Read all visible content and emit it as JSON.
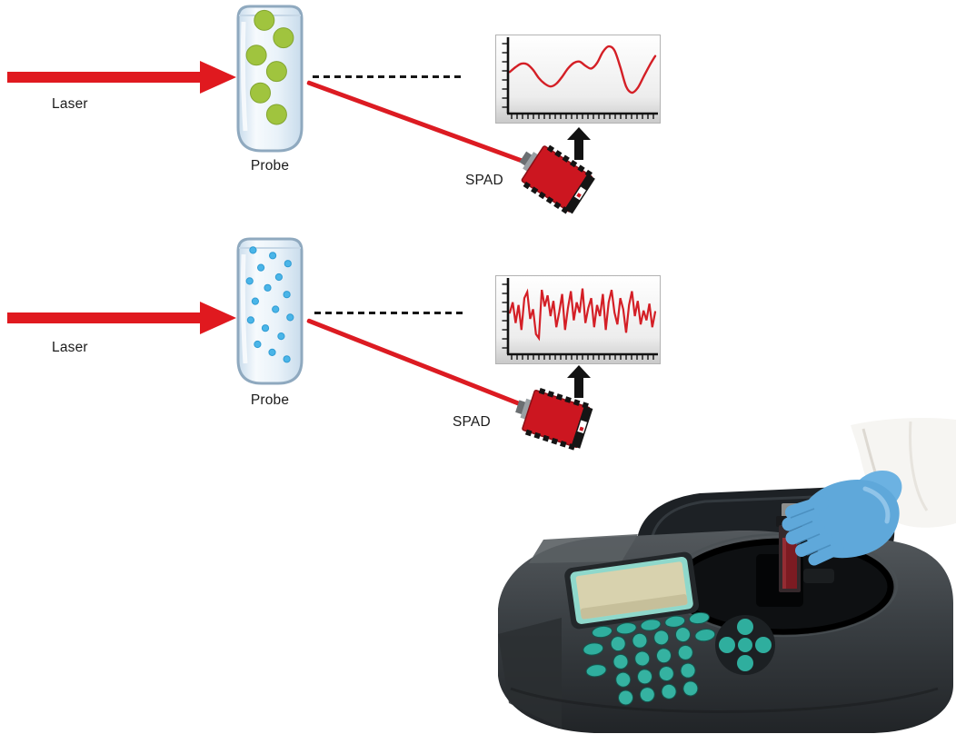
{
  "figure": {
    "rows": [
      {
        "id": "large-particles",
        "laser_label": "Laser",
        "probe_label": "Probe",
        "spad_label": "SPAD",
        "particles": {
          "kind": "large",
          "color": "#a0c43e",
          "stroke": "#83a531",
          "radius": 11,
          "positions": [
            [
              0.4,
              0.07
            ],
            [
              0.74,
              0.2
            ],
            [
              0.26,
              0.33
            ],
            [
              0.62,
              0.45
            ],
            [
              0.33,
              0.61
            ],
            [
              0.62,
              0.77
            ]
          ]
        }
      },
      {
        "id": "small-particles",
        "laser_label": "Laser",
        "probe_label": "Probe",
        "spad_label": "SPAD",
        "particles": {
          "kind": "small",
          "color": "#4ab5e8",
          "stroke": "#2f9cd4",
          "radius": 3.6,
          "positions": [
            [
              0.2,
              0.05
            ],
            [
              0.55,
              0.09
            ],
            [
              0.82,
              0.15
            ],
            [
              0.34,
              0.18
            ],
            [
              0.66,
              0.25
            ],
            [
              0.14,
              0.28
            ],
            [
              0.46,
              0.33
            ],
            [
              0.8,
              0.38
            ],
            [
              0.24,
              0.43
            ],
            [
              0.6,
              0.49
            ],
            [
              0.86,
              0.55
            ],
            [
              0.16,
              0.57
            ],
            [
              0.42,
              0.63
            ],
            [
              0.7,
              0.69
            ],
            [
              0.28,
              0.75
            ],
            [
              0.54,
              0.81
            ],
            [
              0.8,
              0.86
            ]
          ]
        }
      }
    ],
    "colors": {
      "laser_red": "#e0191f",
      "trace_red": "#d41f26",
      "axis_black": "#111111",
      "tube_outline": "#8fa9bf",
      "accent_teal": "#2fae9e",
      "glove_blue": "#5fa8da",
      "instrument_gray": "#3a3f43",
      "lcd_beige": "#d8d2ae",
      "liquid_red": "#7c1b22",
      "sleeve_white": "#f6f5f2"
    }
  },
  "photo": {
    "subject": "gloved-hand-inserting-cuvette-into-spectrophotometer"
  },
  "chart_data": [
    {
      "type": "line",
      "name": "intensity-trace-slow-large-particles",
      "title": "",
      "xlabel": "",
      "ylabel": "",
      "smooth": true,
      "line_color": "#d41f26",
      "x_range": [
        0,
        100
      ],
      "y_range": [
        0,
        100
      ],
      "grid": false,
      "x": [
        0,
        4,
        8,
        12,
        16,
        20,
        24,
        28,
        32,
        36,
        40,
        44,
        48,
        52,
        56,
        60,
        64,
        68,
        72,
        76,
        80,
        84,
        88,
        92,
        96,
        100
      ],
      "y": [
        55,
        62,
        67,
        66,
        58,
        46,
        38,
        34,
        38,
        48,
        60,
        68,
        70,
        64,
        60,
        68,
        84,
        92,
        86,
        62,
        34,
        25,
        32,
        48,
        64,
        78
      ]
    },
    {
      "type": "line",
      "name": "intensity-trace-fast-small-particles",
      "title": "",
      "xlabel": "",
      "ylabel": "",
      "smooth": false,
      "line_color": "#d41f26",
      "x_range": [
        0,
        100
      ],
      "y_range": [
        0,
        100
      ],
      "grid": false,
      "x": [
        0,
        2,
        4,
        6,
        8,
        10,
        12,
        14,
        16,
        18,
        20,
        22,
        24,
        26,
        28,
        30,
        32,
        34,
        36,
        38,
        40,
        42,
        44,
        46,
        48,
        50,
        52,
        54,
        56,
        58,
        60,
        62,
        64,
        66,
        68,
        70,
        72,
        74,
        76,
        78,
        80,
        82,
        84,
        86,
        88,
        90,
        92,
        94,
        96,
        98,
        100
      ],
      "y": [
        55,
        70,
        40,
        66,
        30,
        76,
        85,
        46,
        60,
        24,
        18,
        88,
        64,
        80,
        50,
        72,
        34,
        56,
        82,
        30,
        62,
        86,
        44,
        70,
        55,
        90,
        40,
        62,
        76,
        34,
        66,
        50,
        82,
        30,
        70,
        88,
        55,
        38,
        76,
        60,
        26,
        66,
        86,
        50,
        72,
        38,
        58,
        44,
        68,
        34,
        56
      ]
    }
  ]
}
